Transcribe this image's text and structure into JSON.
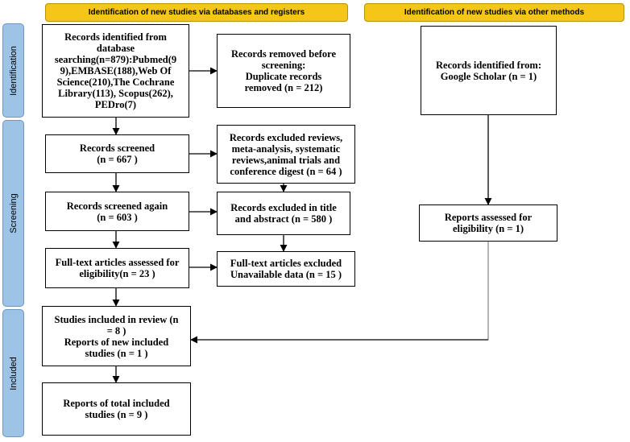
{
  "headers": {
    "left": "Identification of new studies via databases and registers",
    "right": "Identification of new studies via other methods"
  },
  "phases": {
    "identification": "Identification",
    "screening": "Screening",
    "included": "Included"
  },
  "boxes": {
    "records_identified": [
      "Records identified from",
      "database",
      "searching(n=879):Pubmed(9",
      "9),EMBASE(188),Web Of",
      "Science(210),The Cochrane",
      "Library(113), Scopus(262),",
      "PEDro(7)"
    ],
    "records_removed": [
      "Records removed before",
      "screening:",
      "Duplicate records",
      "removed  (n = 212)"
    ],
    "records_screened": [
      "Records screened",
      "(n = 667 )"
    ],
    "records_excluded_reviews": [
      "Records excluded reviews,",
      "meta-analysis, systematic",
      "reviews,animal trials and",
      "conference digest (n = 64 )"
    ],
    "records_screened_again": [
      "Records screened again",
      "(n = 603 )"
    ],
    "records_excluded_title": [
      "Records excluded in title",
      "and abstract (n = 580 )"
    ],
    "fulltext_assessed": [
      "Full-text articles assessed for",
      "eligibility(n = 23 )"
    ],
    "fulltext_excluded": [
      "Full-text articles excluded",
      "Unavailable data (n = 15 )"
    ],
    "studies_included": [
      "Studies included in review (n",
      "= 8 )",
      "Reports of new included",
      "studies (n = 1 )"
    ],
    "total_included": [
      "Reports of total included",
      "studies (n = 9 )"
    ],
    "other_identified": [
      "Records identified from:",
      "Google Scholar (n = 1)"
    ],
    "other_assessed": [
      "Reports assessed for",
      "eligibility (n = 1)"
    ]
  },
  "colors": {
    "header_fill": "#F5C518",
    "phase_fill": "#9DC3E6",
    "border": "#000000"
  }
}
